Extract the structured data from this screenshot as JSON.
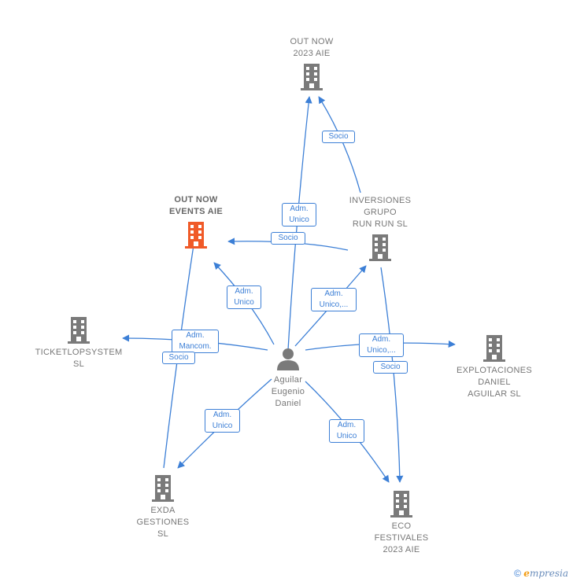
{
  "colors": {
    "edge": "#3c7fd6",
    "building": "#7a7a7a",
    "highlight": "#f05a28",
    "person": "#7a7a7a"
  },
  "nodes": {
    "out_now_2023": {
      "label": "OUT NOW\n2023  AIE",
      "icon": "building-icon"
    },
    "out_now_events": {
      "label": "OUT NOW\nEVENTS  AIE",
      "icon": "building-icon"
    },
    "inversiones": {
      "label": "INVERSIONES\nGRUPO\nRUN RUN  SL",
      "icon": "building-icon"
    },
    "ticketlop": {
      "label": "TICKETLOPSYSTEM\nSL",
      "icon": "building-icon"
    },
    "explotaciones": {
      "label": "EXPLOTACIONES\nDANIEL\nAGUILAR  SL",
      "icon": "building-icon"
    },
    "exda": {
      "label": "EXDA\nGESTIONES\nSL",
      "icon": "building-icon"
    },
    "eco": {
      "label": "ECO\nFESTIVALES\n2023  AIE",
      "icon": "building-icon"
    },
    "aguilar": {
      "label": "Aguilar\nEugenio\nDaniel",
      "icon": "person-icon"
    }
  },
  "edge_labels": {
    "socio_top": "Socio",
    "adm_unico_top": "Adm.\nUnico",
    "socio_events": "Socio",
    "adm_unico_events": "Adm.\nUnico",
    "adm_unico_inv": "Adm.\nUnico,...",
    "adm_mancom": "Adm.\nMancom.",
    "socio_exda": "Socio",
    "adm_unico_expl": "Adm.\nUnico,...",
    "socio_eco": "Socio",
    "adm_unico_exda": "Adm.\nUnico",
    "adm_unico_eco": "Adm.\nUnico"
  },
  "footer": {
    "copyright": "©",
    "brand_first": "e",
    "brand_rest": "mpresia"
  }
}
